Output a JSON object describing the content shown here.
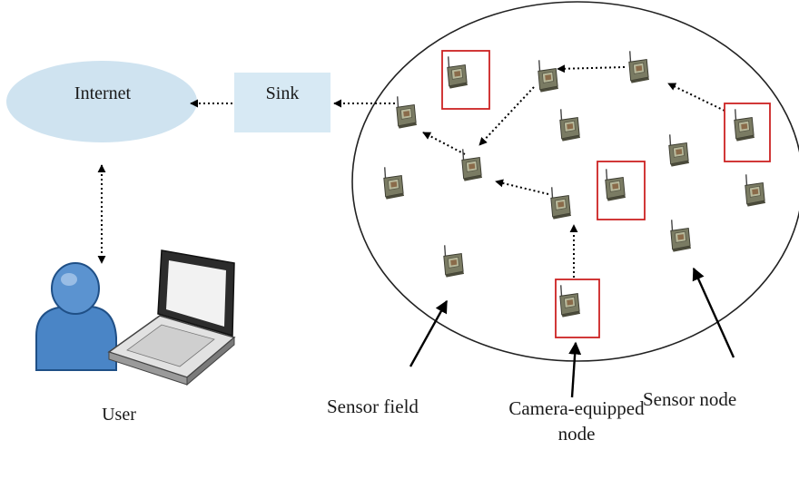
{
  "labels": {
    "internet": "Internet",
    "sink": "Sink",
    "user": "User",
    "sensor_field": "Sensor field",
    "camera_node": "Camera-equipped node",
    "sensor_node": "Sensor node"
  },
  "colors": {
    "internet_fill": "#cfe3f0",
    "sink_fill": "#d7e9f4",
    "camera_box": "#cc2222",
    "node_body": "#6e6f5a",
    "user_blue": "#4a85c6"
  }
}
